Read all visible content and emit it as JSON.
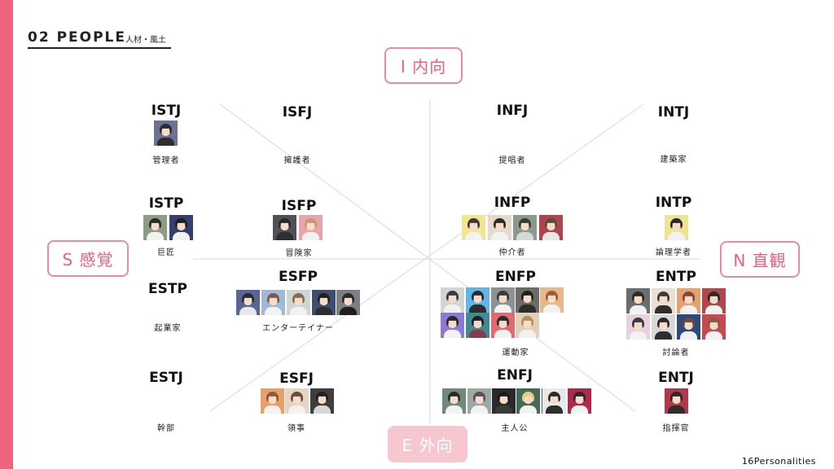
{
  "header": {
    "title": "02 PEOPLE",
    "subtitle": "人材・風土"
  },
  "axes": {
    "i": "I 内向",
    "e": "E 外向",
    "s": "S 感覚",
    "n": "N 直観"
  },
  "footer": "16Personalities",
  "types": [
    {
      "code": "ISTJ",
      "role": "管理者",
      "avatars": [
        {
          "bg": "#6c7196",
          "hair": "#2a2a2a",
          "shirt": "#2e2e2e"
        }
      ]
    },
    {
      "code": "ISFJ",
      "role": "擁護者",
      "avatars": []
    },
    {
      "code": "INFJ",
      "role": "提唱者",
      "avatars": []
    },
    {
      "code": "INTJ",
      "role": "建築家",
      "avatars": []
    },
    {
      "code": "ISTP",
      "role": "巨匠",
      "avatars": [
        {
          "bg": "#8e9c84",
          "hair": "#2a2a2a",
          "shirt": "#f2f2f2"
        },
        {
          "bg": "#33406e",
          "hair": "#1f1f1f",
          "shirt": "#f2f2f2"
        }
      ]
    },
    {
      "code": "ISFP",
      "role": "冒険家",
      "avatars": [
        {
          "bg": "#4e5256",
          "hair": "#2a2a2a",
          "shirt": "#2e2e2e"
        },
        {
          "bg": "#e8a4a8",
          "hair": "#c6977a",
          "shirt": "#f2f2f2"
        }
      ]
    },
    {
      "code": "INFP",
      "role": "仲介者",
      "avatars": [
        {
          "bg": "#f1e58f",
          "hair": "#3a3a3a",
          "shirt": "#f2f2f2"
        },
        {
          "bg": "#e7d9c7",
          "hair": "#2a2a2a",
          "shirt": "#f2f2f2"
        },
        {
          "bg": "#8c9a8e",
          "hair": "#3a3a3a",
          "shirt": "#d8d8d8"
        },
        {
          "bg": "#b0444e",
          "hair": "#5a4a40",
          "shirt": "#e8e8e8"
        }
      ]
    },
    {
      "code": "INTP",
      "role": "論理学者",
      "avatars": [
        {
          "bg": "#eee48e",
          "hair": "#2a2a2a",
          "shirt": "#f2f2f2"
        }
      ]
    },
    {
      "code": "ESTP",
      "role": "起業家",
      "avatars": []
    },
    {
      "code": "ESFP",
      "role": "エンターテイナー",
      "avatars": [
        {
          "bg": "#5a6496",
          "hair": "#2a2a2a",
          "shirt": "#e8e8e8"
        },
        {
          "bg": "#9fb9d8",
          "hair": "#7a5a4a",
          "shirt": "#f2f2f2"
        },
        {
          "bg": "#cfd6d2",
          "hair": "#8a6a55",
          "shirt": "#f2f2f2"
        },
        {
          "bg": "#3e4e72",
          "hair": "#1f1f1f",
          "shirt": "#2e2e2e"
        },
        {
          "bg": "#7c7f86",
          "hair": "#2a2a2a",
          "shirt": "#1f1f1f"
        }
      ]
    },
    {
      "code": "ENFP",
      "role": "運動家",
      "avatars": [
        {
          "bg": "#d4d4d4",
          "hair": "#3a3a3a",
          "shirt": "#f2f2f2"
        },
        {
          "bg": "#5fb4e8",
          "hair": "#2a2a2a",
          "shirt": "#2e2e2e"
        },
        {
          "bg": "#8d9294",
          "hair": "#3a3a3a",
          "shirt": "#f2f2f2"
        },
        {
          "bg": "#6f6a6a",
          "hair": "#1f1f1f",
          "shirt": "#2e2e2e"
        },
        {
          "bg": "#e8b88a",
          "hair": "#a05a3a",
          "shirt": "#f2f2f2"
        },
        {
          "bg": "#8c79d4",
          "hair": "#2a2a2a",
          "shirt": "#f2f2f2"
        },
        {
          "bg": "#3f8a94",
          "hair": "#1f1f1f",
          "shirt": "#8a3a4a"
        },
        {
          "bg": "#e06a6e",
          "hair": "#2a2a2a",
          "shirt": "#f2f2f2"
        },
        {
          "bg": "#e4d0b8",
          "hair": "#b09060",
          "shirt": "#f2f2f2"
        }
      ]
    },
    {
      "code": "ENTP",
      "role": "討論者",
      "avatars": [
        {
          "bg": "#6c6c6c",
          "hair": "#2a2a2a",
          "shirt": "#f2f2f2"
        },
        {
          "bg": "#e8e0d4",
          "hair": "#3a3a3a",
          "shirt": "#2e2e2e"
        },
        {
          "bg": "#e8a070",
          "hair": "#7a4a3a",
          "shirt": "#f2f2f2"
        },
        {
          "bg": "#b2464c",
          "hair": "#2a2a2a",
          "shirt": "#f2f2f2"
        },
        {
          "bg": "#e8d0dc",
          "hair": "#3a3a3a",
          "shirt": "#f2f2f2"
        },
        {
          "bg": "#d8d8d8",
          "hair": "#2a2a2a",
          "shirt": "#2e2e2e"
        },
        {
          "bg": "#2e4a7c",
          "hair": "#6a4a3a",
          "shirt": "#f2f2f2"
        },
        {
          "bg": "#c64a52",
          "hair": "#8a5a3a",
          "shirt": "#f2f2f2"
        }
      ]
    },
    {
      "code": "ESTJ",
      "role": "幹部",
      "avatars": []
    },
    {
      "code": "ESFJ",
      "role": "領事",
      "avatars": [
        {
          "bg": "#e8a068",
          "hair": "#8a5a3a",
          "shirt": "#f2f2f2"
        },
        {
          "bg": "#e6d4c4",
          "hair": "#6a4a3a",
          "shirt": "#f2f2f2"
        },
        {
          "bg": "#3e3e3e",
          "hair": "#1f1f1f",
          "shirt": "#d8d8d8"
        }
      ]
    },
    {
      "code": "ENFJ",
      "role": "主人公",
      "avatars": [
        {
          "bg": "#6f8a76",
          "hair": "#2a2a2a",
          "shirt": "#f2f2f2"
        },
        {
          "bg": "#9ba8a4",
          "hair": "#5a5050",
          "shirt": "#f2f2f2"
        },
        {
          "bg": "#2a2a2a",
          "hair": "#1a1a1a",
          "shirt": "#3a3a3a"
        },
        {
          "bg": "#456a5a",
          "hair": "#e8d070",
          "shirt": "#f2f2f2"
        },
        {
          "bg": "#606060",
          "hair": "#2a2a2a",
          "shirt": "#d8d8d8"
        },
        {
          "bg": "#e8e8e8",
          "hair": "#2a2a2a",
          "shirt": "#2e2e2e"
        },
        {
          "bg": "#b0284a",
          "hair": "#2a2a2a",
          "shirt": "#f2f2f2"
        }
      ]
    },
    {
      "code": "ENTJ",
      "role": "指揮官",
      "avatars": [
        {
          "bg": "#b0384a",
          "hair": "#2a2a2a",
          "shirt": "#2e2e2e"
        }
      ]
    }
  ]
}
